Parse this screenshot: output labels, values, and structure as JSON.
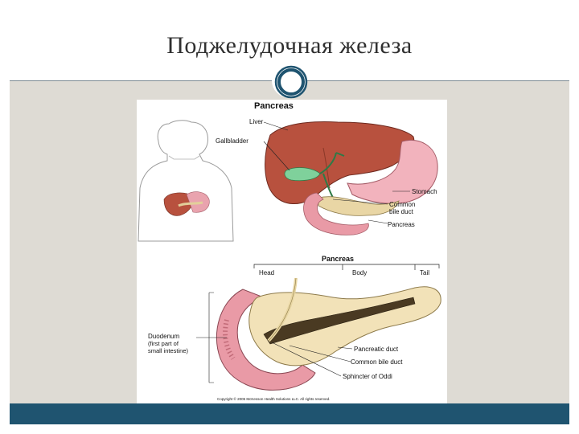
{
  "slide": {
    "title": "Поджелудочная железа"
  },
  "figure": {
    "top_heading": "Pancreas",
    "top_labels": {
      "liver": "Liver",
      "gallbladder": "Gallbladder",
      "stomach": "Stomach",
      "common_bile_duct": "Common\nbile duct",
      "pancreas": "Pancreas"
    },
    "bottom_heading": "Pancreas",
    "bottom_labels": {
      "head": "Head",
      "body": "Body",
      "tail": "Tail",
      "duodenum": "Duodenum",
      "duodenum_note_1": "(first part of",
      "duodenum_note_2": "small intestine)",
      "pancreatic_duct": "Pancreatic duct",
      "common_bile_duct": "Common bile duct",
      "sphincter": "Sphincter of Oddi"
    },
    "copyright": "Copyright © 2005 McKesson Health Solutions LLC. All rights reserved."
  },
  "colors": {
    "frame_border": "#9aa6ad",
    "body_panel": "#dedbd4",
    "bottom_bar": "#1f5470",
    "ring": "#1f5470",
    "liver": "#b8513e",
    "stomach": "#f2b3bd",
    "pancreas": "#f2e2b8",
    "gallbladder": "#7fd19b"
  }
}
